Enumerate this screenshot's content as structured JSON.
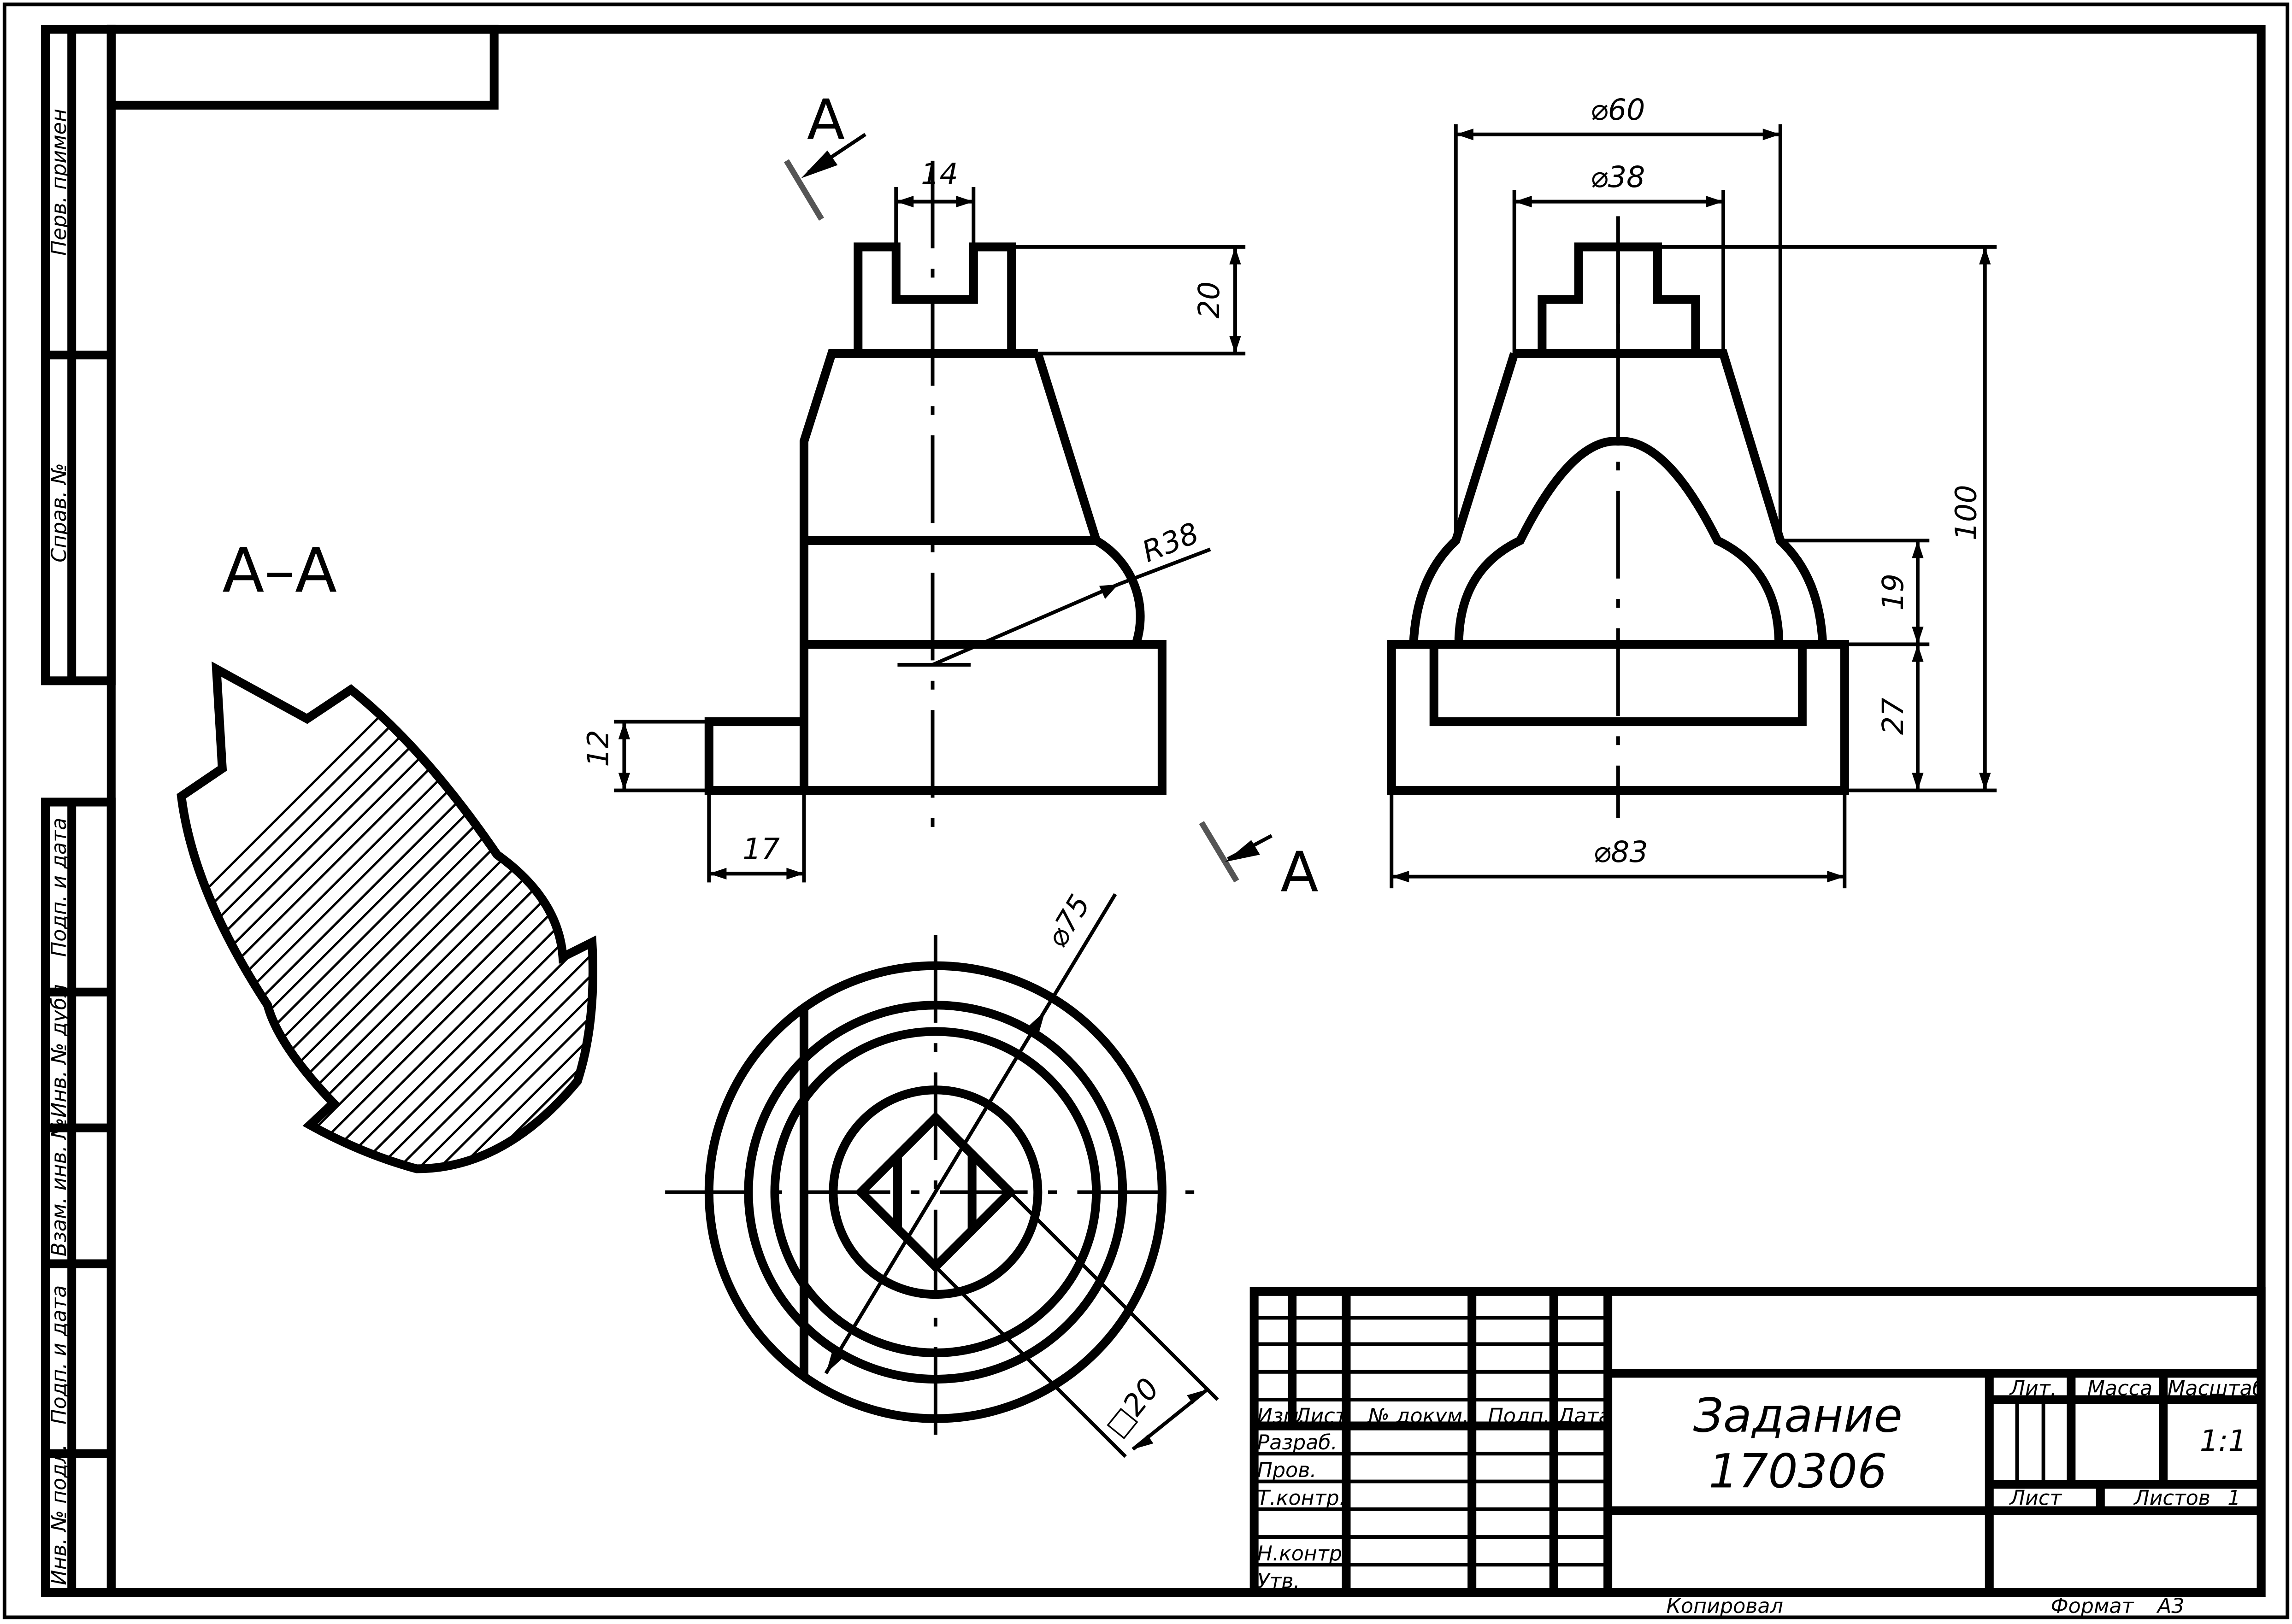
{
  "sections": {
    "title": "A–A",
    "mark": "A",
    "mark2": "A"
  },
  "dimensions": {
    "d14": "14",
    "d20": "20",
    "d12": "12",
    "d17": "17",
    "r38": "R38",
    "dia60": "⌀60",
    "dia38": "⌀38",
    "dia83": "⌀83",
    "h100": "100",
    "h19": "19",
    "h27": "27",
    "dia75": "⌀75",
    "sq20": "□20"
  },
  "side_stamps": {
    "perv_primen": "Перв. примен",
    "sprav_no": "Справ. №",
    "podp_data1": "Подп. и дата",
    "inv_dubl": "Инв. № дубл",
    "vzam_inv": "Взам. инв. №",
    "podp_data2": "Подп. и дата",
    "inv_podl": "Инв. № подл."
  },
  "title_block": {
    "izm": "Изм.",
    "list": "Лист",
    "no_dokum": "№ докум.",
    "podp": "Подп.",
    "data": "Дата",
    "razrab": "Разраб.",
    "prov": "Пров.",
    "t_kontr": "Т.контр.",
    "n_kontr": "Н.контр.",
    "utv": "Утв.",
    "name_line1": "Задание",
    "name_line2": "170306",
    "lit": "Лит.",
    "massa": "Масса",
    "masshtab": "Масштаб",
    "scale_value": "1:1",
    "list2": "Лист",
    "listov": "Листов",
    "listov_value": "1"
  },
  "footer": {
    "kopiroval": "Копировал",
    "format_label": "Формат",
    "format_value": "А3"
  }
}
